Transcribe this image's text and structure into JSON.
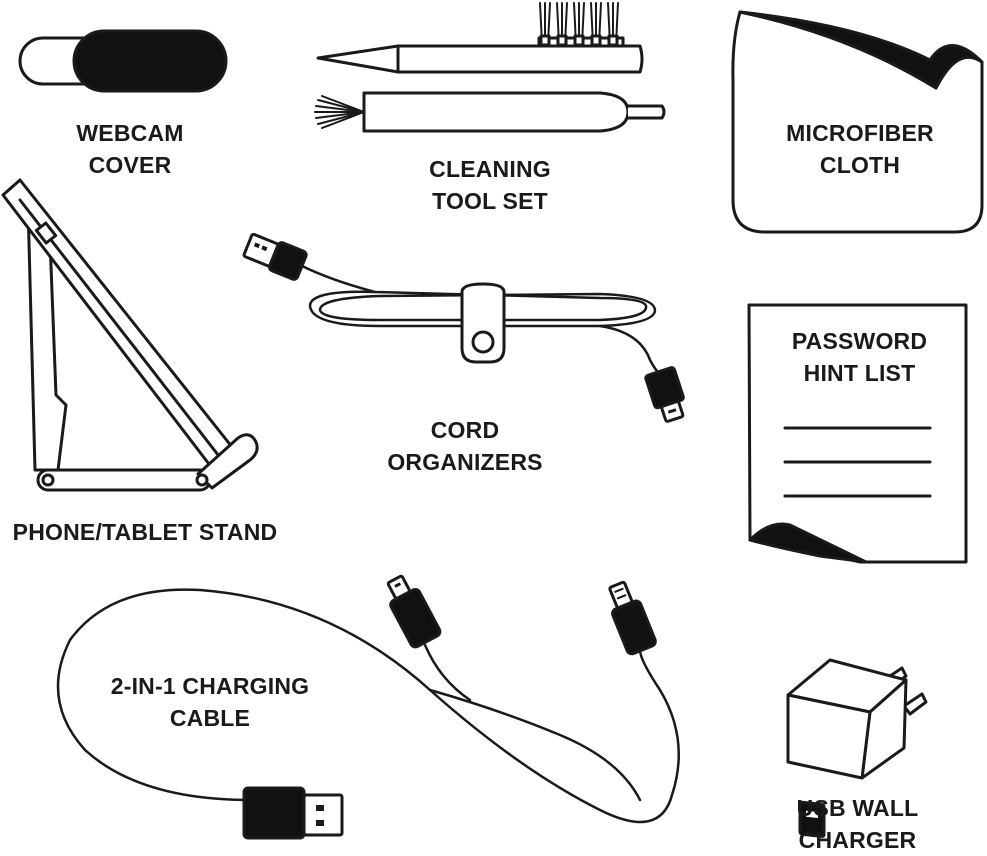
{
  "items": {
    "webcam_cover": {
      "lines": [
        "WEBCAM",
        "COVER"
      ]
    },
    "cleaning_tool_set": {
      "lines": [
        "CLEANING",
        "TOOL SET"
      ]
    },
    "microfiber_cloth": {
      "lines": [
        "MICROFIBER",
        "CLOTH"
      ]
    },
    "phone_tablet_stand": {
      "lines": [
        "PHONE/TABLET STAND"
      ]
    },
    "cord_organizers": {
      "lines": [
        "CORD",
        "ORGANIZERS"
      ]
    },
    "password_hint_list": {
      "lines": [
        "PASSWORD",
        "HINT LIST"
      ]
    },
    "charging_cable": {
      "lines": [
        "2-IN-1 CHARGING",
        "CABLE"
      ]
    },
    "usb_wall_charger": {
      "lines": [
        "USB WALL",
        "CHARGER"
      ]
    }
  },
  "colors": {
    "ink": "#1a1a1a",
    "fill": "#ffffff",
    "dark": "#111111"
  }
}
